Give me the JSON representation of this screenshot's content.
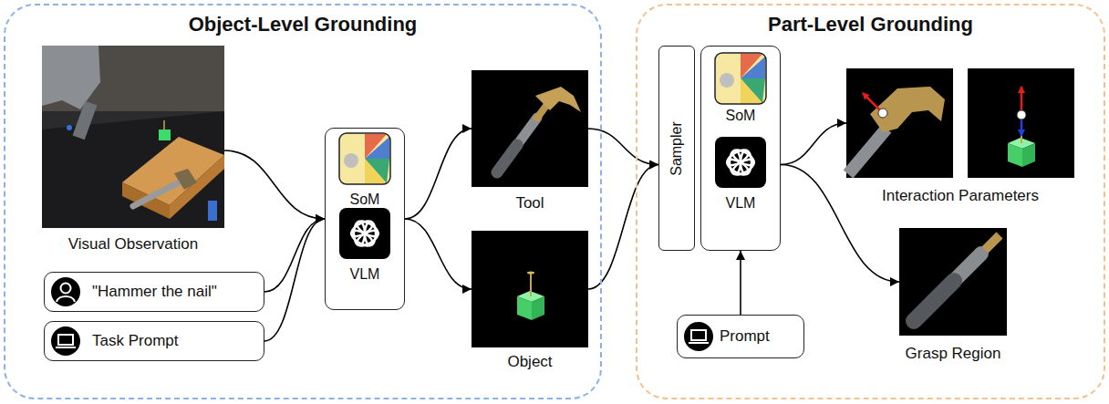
{
  "diagram": {
    "nodes": [
      {
        "text": [
          "Object-Level Grounding"
        ]
      },
      {
        "text": [
          "Visual Observation"
        ],
        "in": 0
      },
      {
        "text": [
          "\"Hammer the nail\""
        ],
        "in": 0
      },
      {
        "text": [
          "Task Prompt"
        ],
        "in": 0
      },
      {
        "text": [
          "SoM",
          "VLM"
        ],
        "in": 0
      },
      {
        "text": [
          "Tool"
        ],
        "in": 0
      },
      {
        "text": [
          "Object"
        ],
        "in": 0
      },
      {
        "text": [
          "Part-Level Grounding"
        ]
      },
      {
        "text": [
          "Sampler"
        ],
        "in": 7
      },
      {
        "text": [
          "SoM",
          "VLM"
        ],
        "in": 7
      },
      {
        "text": [
          "Prompt"
        ],
        "in": 7
      },
      {
        "text": [
          "Interaction Parameters"
        ],
        "in": 7
      },
      {
        "text": [
          "Grasp Region"
        ],
        "in": 7
      }
    ],
    "edges": [
      {
        "from": 1,
        "to": 4,
        "arrow": "to"
      },
      {
        "from": 2,
        "to": 4,
        "arrow": "to"
      },
      {
        "from": 3,
        "to": 4,
        "arrow": "to"
      },
      {
        "from": 4,
        "to": 5,
        "arrow": "to"
      },
      {
        "from": 4,
        "to": 6,
        "arrow": "to"
      },
      {
        "from": 5,
        "to": 8,
        "arrow": "to"
      },
      {
        "from": 6,
        "to": 8,
        "arrow": "to"
      },
      {
        "from": 10,
        "to": 9,
        "arrow": "to"
      },
      {
        "from": 9,
        "to": 11,
        "arrow": "to"
      },
      {
        "from": 9,
        "to": 12,
        "arrow": "to"
      }
    ]
  }
}
